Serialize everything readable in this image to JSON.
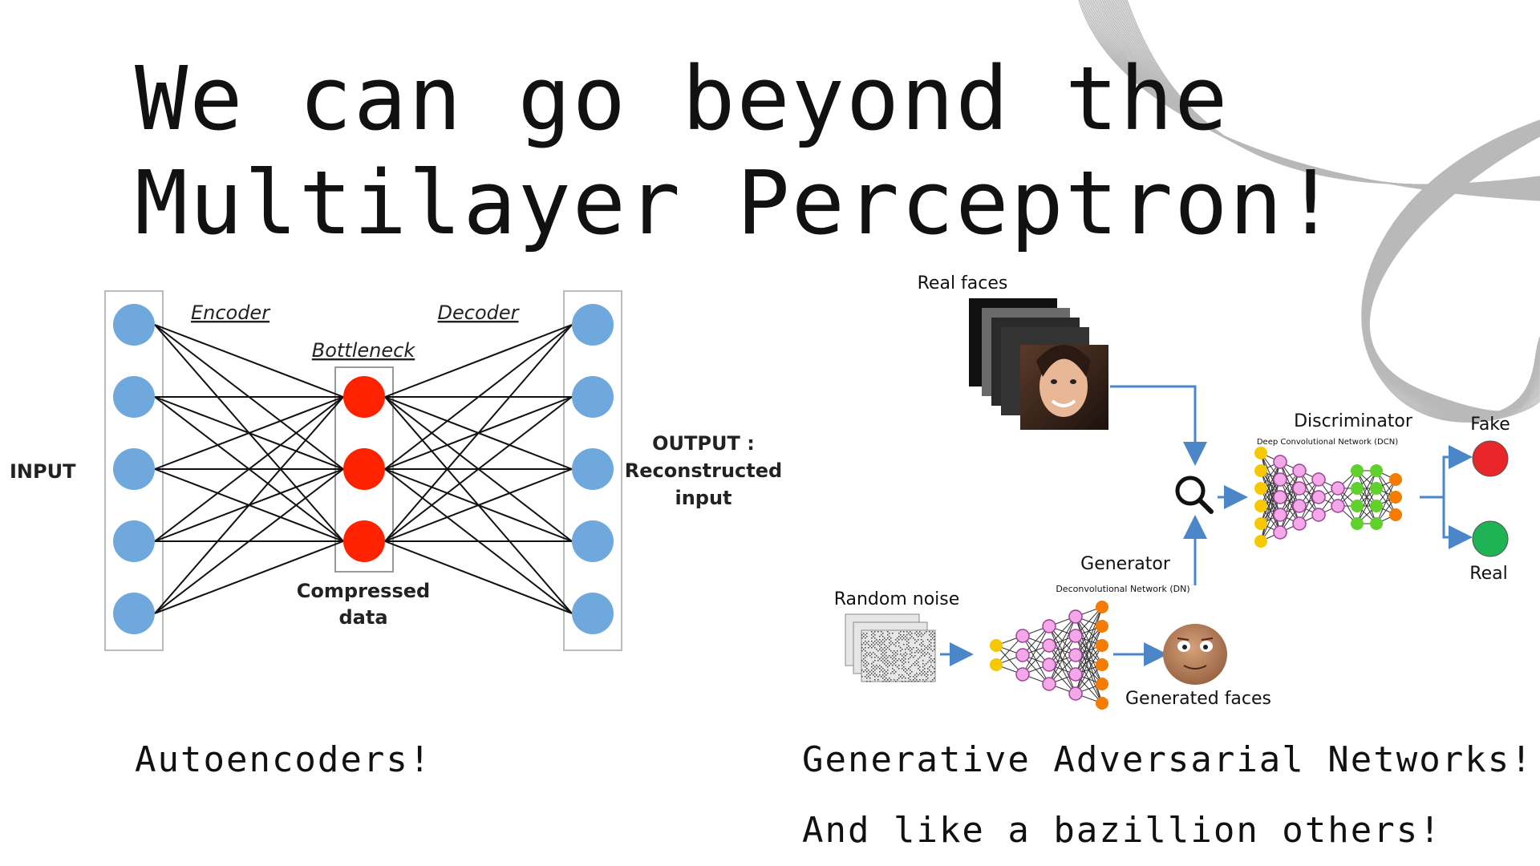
{
  "slide": {
    "title_line1": "We can go beyond the",
    "title_line2": "Multilayer Perceptron!",
    "caption_left": "Autoencoders!",
    "caption_right": "Generative Adversarial Networks!",
    "caption_bottom": "And like a bazillion others!"
  },
  "autoencoder": {
    "encoder": "Encoder",
    "decoder": "Decoder",
    "bottleneck": "Bottleneck",
    "input": "INPUT",
    "output_line1": "OUTPUT :",
    "output_line2": "Reconstructed",
    "output_line3": "input",
    "compressed_line1": "Compressed",
    "compressed_line2": "data",
    "colors": {
      "outer_node": "#6fa8dc",
      "bottleneck_node": "#ff2200",
      "box": "#bbbbbb"
    }
  },
  "gan": {
    "real_faces": "Real faces",
    "discriminator": "Discriminator",
    "discriminator_sub": "Deep Convolutional Network (DCN)",
    "fake": "Fake",
    "real": "Real",
    "generator": "Generator",
    "generator_sub": "Deconvolutional Network (DN)",
    "random_noise": "Random noise",
    "generated_faces": "Generated faces",
    "icons": [
      "magnifier-icon",
      "face-photo",
      "cartoon-face-icon"
    ],
    "colors": {
      "arrow": "#4a86c8",
      "fake": "#e8262a",
      "real": "#1fb355",
      "yellow": "#f5c800",
      "pink": "#f3a8e8",
      "green": "#5fd12a",
      "orange": "#f57c00"
    }
  }
}
